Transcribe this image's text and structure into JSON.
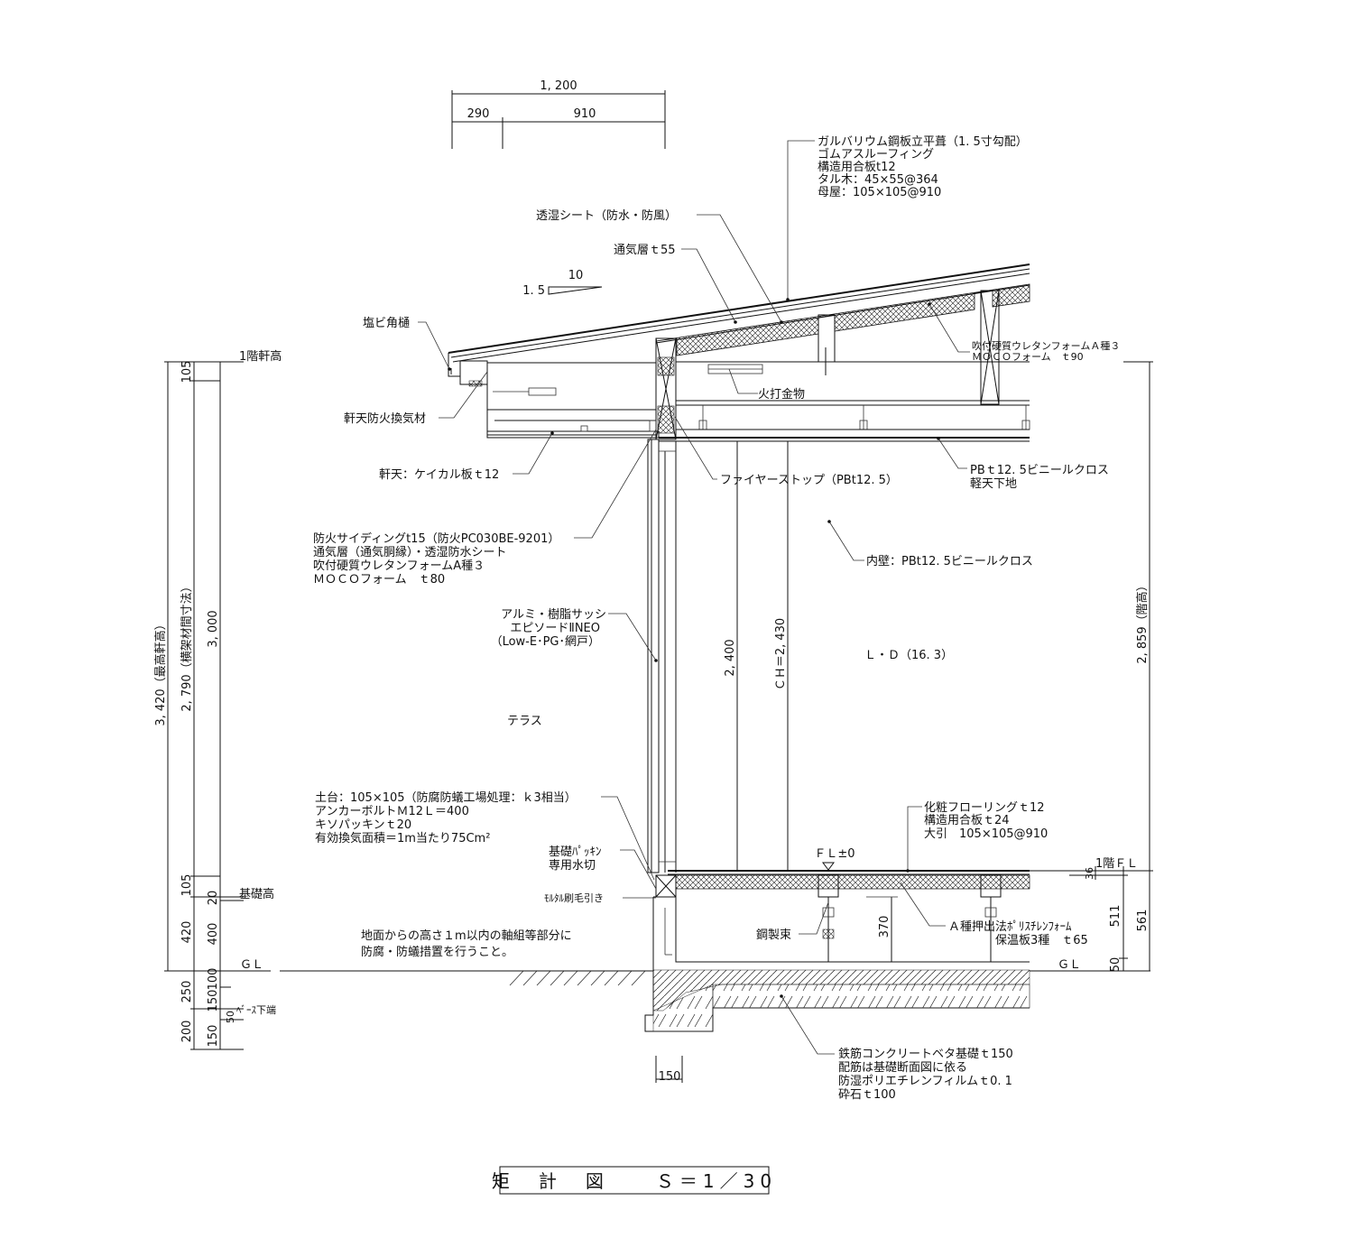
{
  "top_dims": {
    "total": "1, 200",
    "left": "290",
    "right": "910"
  },
  "slope": {
    "run": "10",
    "rise": "1. 5"
  },
  "roof_notes": [
    "ガルバリウム鋼板立平葺（1. 5寸勾配）",
    "ゴムアスルーフィング",
    "構造用合板t12",
    "タル木：45×55@364",
    "母屋：105×105@910"
  ],
  "moisture_sheet": "透湿シート（防水・防風）",
  "vent_layer": "通気層ｔ55",
  "gutter": "塩ビ角樋",
  "soffit_vent": "軒天防火換気材",
  "soffit": "軒天：ケイカル板ｔ12",
  "roof_insulation": [
    "吹付硬質ウレタンフォームＡ種３",
    "ＭＯＣＯフォーム　ｔ90"
  ],
  "fire_hardware": "火打金物",
  "fire_stop": "ファイヤーストップ（PBt12. 5）",
  "ceiling": [
    "PBｔ12. 5ビニールクロス",
    "軽天下地"
  ],
  "siding": [
    "防火サイディングt15（防火PC030BE-9201）",
    "通気層（通気胴縁）・透湿防水シート",
    "吹付硬質ウレタンフォームA種３",
    "ＭＯＣＯフォーム　ｔ80"
  ],
  "inner_wall": "内壁：PBt12. 5ビニールクロス",
  "sash": [
    "アルミ・樹脂サッシ",
    "エピソードⅡNEO",
    "（Low-E･PG･網戸）"
  ],
  "room": "Ｌ・Ｄ（16. 3）",
  "terrace": "テラス",
  "dims_inner": {
    "sash_h": "2, 400",
    "ceiling_h": "ＣＨ＝2, 430"
  },
  "sill": [
    "土台：105×105（防腐防蟻工場処理：ｋ3相当）",
    "アンカーボルトＭ12Ｌ＝400",
    "キソパッキンｔ20",
    "有効換気面積＝1m当たり75Cm²"
  ],
  "packing_cut": [
    "基礎ﾊﾟｯｷﾝ",
    "専用水切"
  ],
  "mortar": "ﾓﾙﾀﾙ刷毛引き",
  "floor_notes": [
    "化粧フローリングｔ12",
    "構造用合板ｔ24",
    "大引　105×105@910"
  ],
  "fl_mark": "ＦＬ±0",
  "steel_post": "鋼製束",
  "floor_insulation": [
    "Ａ種押出法ﾎﾟﾘｽﾁﾚﾝﾌｫｰﾑ",
    "保温板3種　ｔ65"
  ],
  "ground_note": [
    "地面からの高さ１m以内の軸組等部分に",
    "防腐・防蟻措置を行うこと。"
  ],
  "foundation_notes": [
    "鉄筋コンクリートベタ基礎ｔ150",
    "配筋は基礎断面図に依る",
    "防湿ポリエチレンフィルムｔ0. 1",
    "砕石ｔ100"
  ],
  "left_labels": {
    "eave": "1階軒高",
    "foundation": "基礎高",
    "gl": "ＧＬ",
    "base_bottom": "ﾍﾞｰｽ下端"
  },
  "left_dims": {
    "max_eave": "3, 420（最高軒高）",
    "frame": "2, 790（横架材間寸法）",
    "d3000": "3, 000",
    "d105a": "105",
    "d105b": "105",
    "d20": "20",
    "d420": "420",
    "d400": "400",
    "d250": "250",
    "d100": "100",
    "d150a": "150",
    "d50": "50",
    "d200": "200",
    "d150b": "150"
  },
  "right_labels": {
    "fl": "1階ＦＬ",
    "gl": "ＧＬ"
  },
  "right_dims": {
    "story": "2, 859（階高）",
    "d36": "36",
    "d511": "511",
    "d561": "561",
    "d50": "50"
  },
  "d370": "370",
  "d150_bottom": "150",
  "title": "矩　計　図　　Ｓ＝1／30"
}
